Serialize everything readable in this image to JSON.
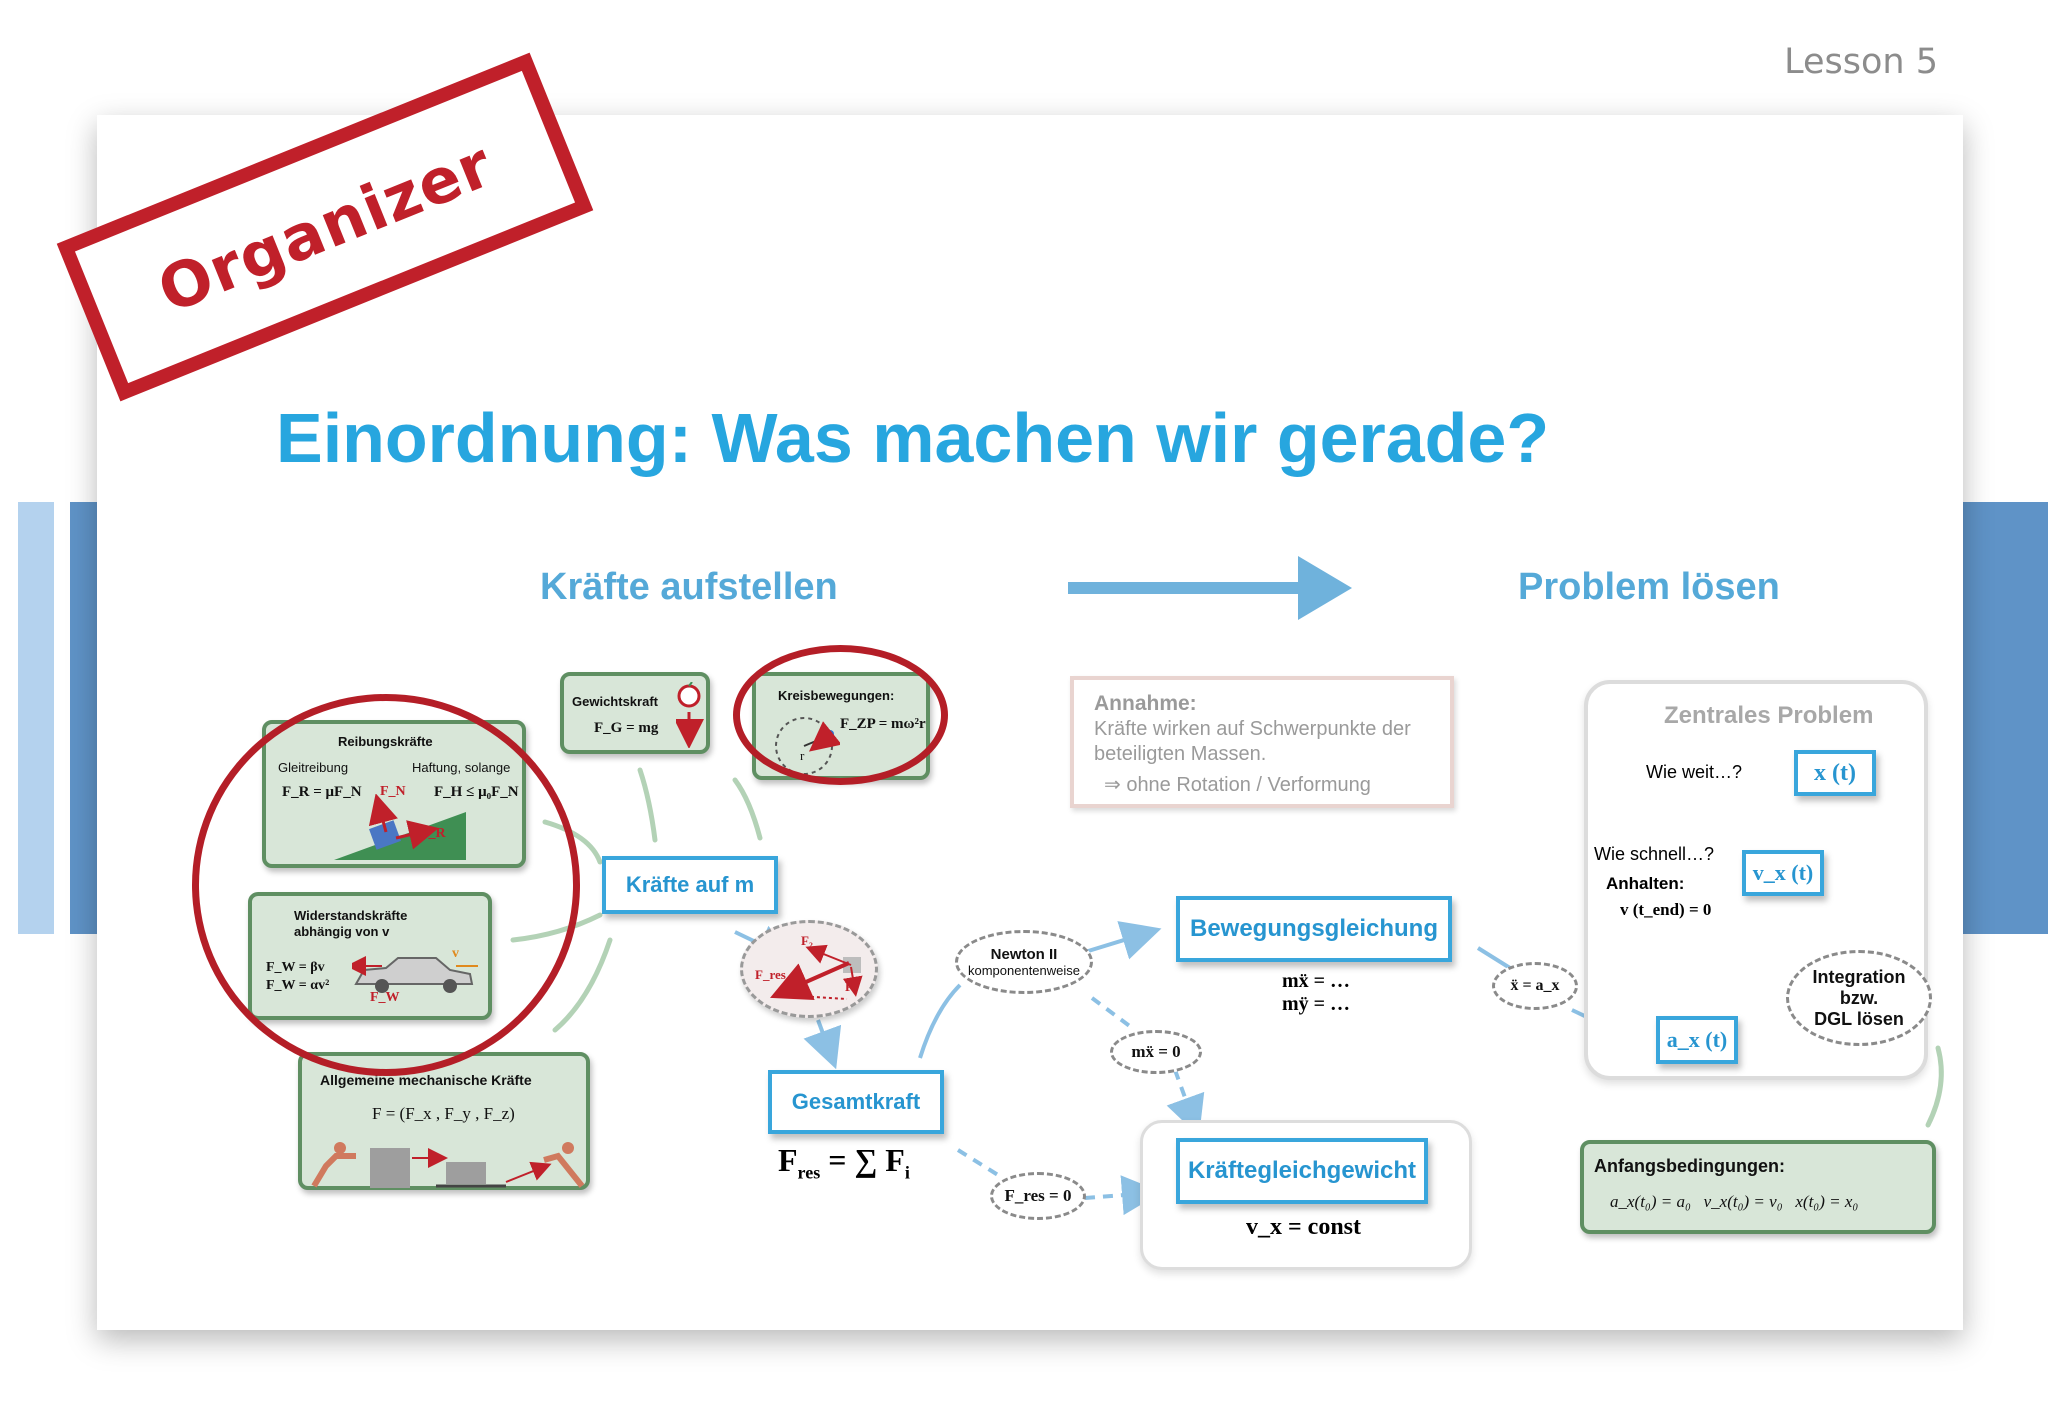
{
  "header": {
    "lesson": "Lesson 5"
  },
  "stamp": {
    "text": "Organizer",
    "color": "#c0202a"
  },
  "slide": {
    "title": "Einordnung: Was machen wir gerade?",
    "left_heading": "Kräfte aufstellen",
    "right_heading": "Problem lösen"
  },
  "boxes": {
    "reibung": {
      "title": "Reibungskräfte",
      "left_label": "Gleitreibung",
      "right_label": "Haftung, solange",
      "left_formula": "F_R = μF_N",
      "right_formula": "F_H ≤ μ₀F_N",
      "fn_label": "F_N",
      "fr_label": "F_R"
    },
    "gewicht": {
      "title": "Gewichtskraft",
      "formula": "F_G = mg"
    },
    "kreis": {
      "title": "Kreisbewegungen:",
      "formula": "F_ZP = mω²r",
      "r_label": "r"
    },
    "widerstand": {
      "title": "Widerstandskräfte",
      "subtitle": "abhängig von v",
      "formula1": "F_W = βv",
      "formula2": "F_W = αv²",
      "v_label": "v",
      "fw_label": "F_W"
    },
    "allgemein": {
      "title": "Allgemeine mechanische Kräfte",
      "formula": "F = (F_x , F_y , F_z)"
    },
    "kraefte_auf_m": "Kräfte auf m",
    "vector_labels": {
      "f2": "F₂",
      "fres": "F_res",
      "f1": "F₁"
    },
    "gesamtkraft": {
      "label": "Gesamtkraft",
      "formula_left": "F",
      "formula_sub": "res",
      "formula_right": "= ∑ F",
      "formula_sub2": "i"
    },
    "newton": {
      "line1": "Newton II",
      "line2": "komponentenweise"
    },
    "bewegungsgleichung": {
      "label": "Bewegungsgleichung",
      "eq1": "mẍ = …",
      "eq2": "mÿ = …"
    },
    "mx0": "mẍ = 0",
    "fres0": "F_res = 0",
    "gleichgewicht": {
      "label": "Kräftegleichgewicht",
      "formula": "v_x = const"
    },
    "annahme": {
      "title": "Annahme:",
      "line1": "Kräfte wirken auf Schwerpunkte der",
      "line2": "beteiligten Massen.",
      "line3": "⇒ ohne Rotation / Verformung"
    },
    "zentral": {
      "title": "Zentrales Problem",
      "q1": "Wie weit…?",
      "x": "x (t)",
      "q2": "Wie schnell…?",
      "v": "v_x (t)",
      "anhalten": "Anhalten:",
      "anhalten_formula": "v (t_end) = 0",
      "a": "a_x (t)",
      "integration1": "Integration",
      "integration2": "bzw.",
      "integration3": "DGL lösen"
    },
    "xdd": "ẍ = a_x",
    "anfang": {
      "title": "Anfangsbedingungen:",
      "formula": "a_x(t₀) = a₀   v_x(t₀) = v₀   x(t₀) = x₀"
    }
  }
}
